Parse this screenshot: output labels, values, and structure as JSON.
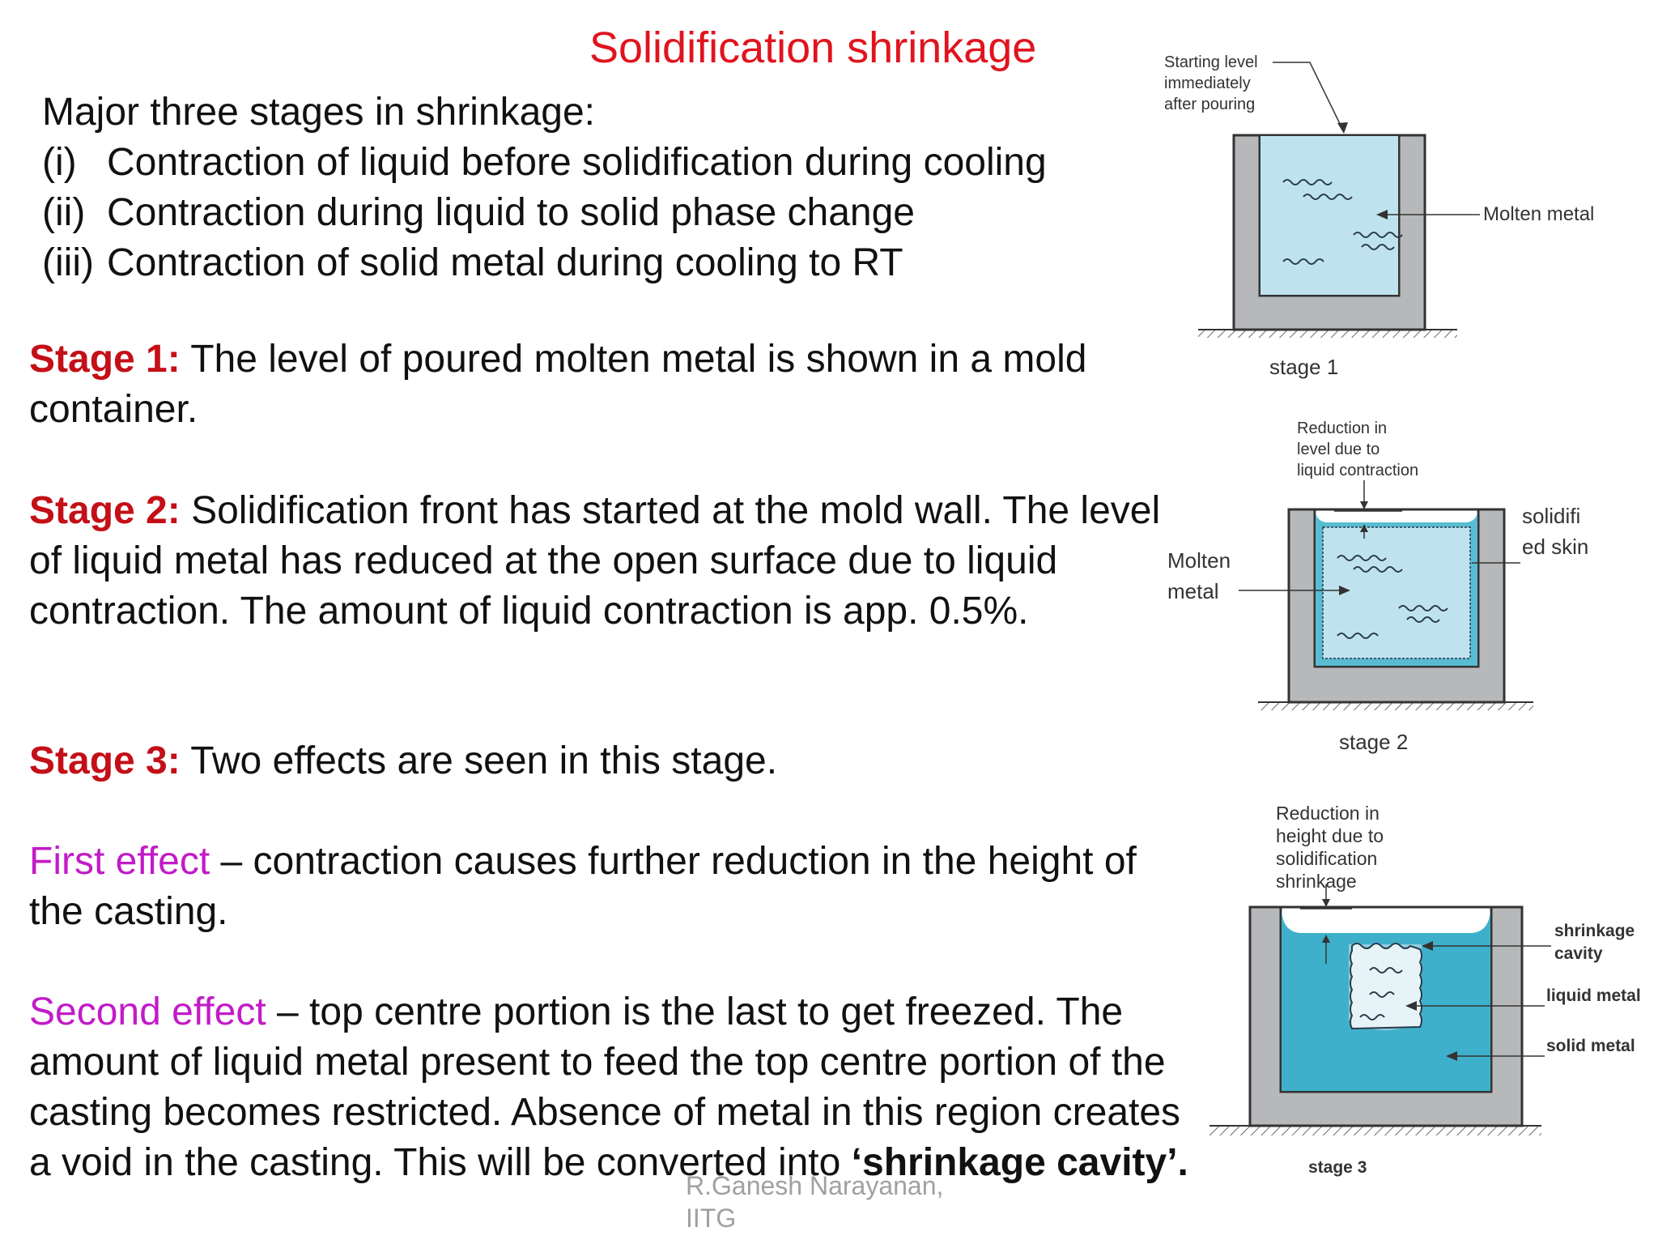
{
  "slide": {
    "title": "Solidification shrinkage",
    "intro": {
      "heading": "Major three stages in shrinkage:",
      "items": [
        {
          "num": "(i)",
          "text": "Contraction of liquid before solidification during cooling"
        },
        {
          "num": "(ii)",
          "text": "Contraction during liquid to solid phase change"
        },
        {
          "num": "(iii)",
          "text": "Contraction of solid metal during cooling to RT"
        }
      ]
    },
    "stage1": {
      "label": "Stage 1:",
      "text": " The level of poured molten metal is shown in a mold container."
    },
    "stage2": {
      "label": "Stage 2:",
      "text": " Solidification front has started at the mold wall. The level of liquid metal has reduced at the open surface due to liquid contraction. The amount of liquid contraction is app. 0.5%."
    },
    "stage3": {
      "label": "Stage 3:",
      "text": " Two effects are seen in this stage."
    },
    "first_effect": {
      "label": "First effect",
      "text": " – contraction causes further reduction in the height of the casting."
    },
    "second_effect": {
      "label": "Second effect",
      "text": " – top centre portion is the last to get freezed. The amount of liquid metal present to feed the top centre portion of the casting becomes restricted. Absence of metal in this region creates a void in the casting. This will be converted into ",
      "emphasis": "‘shrinkage cavity’."
    },
    "footer": {
      "line1": "R.Ganesh Narayanan,",
      "line2": "IITG"
    }
  },
  "figures": {
    "stage1": {
      "caption": "stage 1",
      "starting_level_1": "Starting level",
      "starting_level_2": "immediately",
      "starting_level_3": "after pouring",
      "molten_metal": "Molten metal"
    },
    "stage2": {
      "caption": "stage 2",
      "reduction_1": "Reduction in",
      "reduction_2": "level due to",
      "reduction_3": "liquid contraction",
      "molten_1": "Molten",
      "molten_2": "metal",
      "skin_1": "solidifi",
      "skin_2": "ed skin"
    },
    "stage3": {
      "caption": "stage 3",
      "reduction_1": "Reduction in",
      "reduction_2": "height due to",
      "reduction_3": "solidification",
      "reduction_4": "shrinkage",
      "cavity_1": "shrinkage",
      "cavity_2": "cavity",
      "liquid_metal": "liquid metal",
      "solid_metal": "solid metal"
    }
  },
  "colors": {
    "title": "#e0141e",
    "stage_label": "#c40f17",
    "effect_label": "#c21bc8",
    "mold_gray": "#b7b8ba",
    "molten_blue": "#bfe3ee",
    "solid_blue": "#3fb0cc"
  }
}
